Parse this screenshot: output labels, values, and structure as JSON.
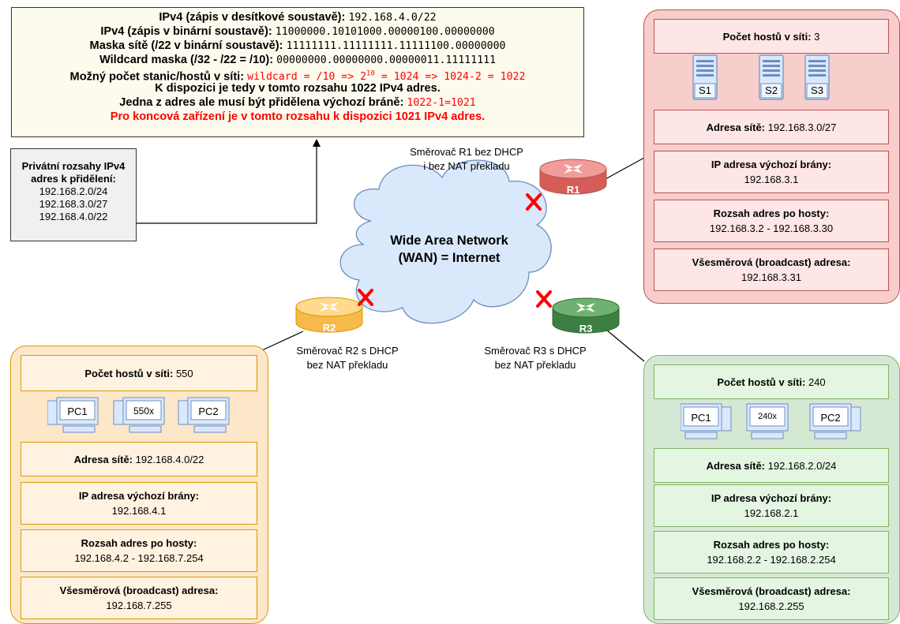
{
  "info": {
    "line1_label": "IPv4 (zápis v desítkové soustavě):",
    "line1_value": "192.168.4.0/22",
    "line2_label": "IPv4 (zápis v binární soustavě):",
    "line2_value": "11000000.10101000.00000100.00000000",
    "line3_label": "Maska sítě (/22 v binární soustavě):",
    "line3_value": "11111111.11111111.11111100.00000000",
    "line4_label": "Wildcard maska (/32 - /22 = /10):",
    "line4_value": "00000000.00000000.00000011.11111111",
    "line5_label": "Možný počet stanic/hostů v síti:",
    "line5_value_a": "wildcard = /10 => 2",
    "line5_sup": "10",
    "line5_value_b": " = 1024 => 1024-2 = 1022",
    "line6": "K dispozici je tedy v tomto rozsahu 1022 IPv4 adres.",
    "line7_label": "Jedna z adres ale musí být přidělena výchozí bráně:",
    "line7_value": "1022-1=1021",
    "line8": "Pro koncová zařízení je v tomto rozsahu k dispozici 1021 IPv4 adres."
  },
  "private_ranges": {
    "title_line1": "Privátní rozsahy IPv4",
    "title_line2": "adres k přidělení:",
    "ranges": [
      "192.168.2.0/24",
      "192.168.3.0/27",
      "192.168.4.0/22"
    ]
  },
  "wan": {
    "line1": "Wide Area Network",
    "line2": "(WAN) = Internet"
  },
  "routers": {
    "r1": {
      "name": "R1",
      "caption_line1": "Směrovač R1 bez DHCP",
      "caption_line2": "i bez NAT překladu",
      "color": "#ea6b66"
    },
    "r2": {
      "name": "R2",
      "caption_line1": "Směrovač R2 s DHCP",
      "caption_line2": "bez NAT překladu",
      "color": "#ffcc66"
    },
    "r3": {
      "name": "R3",
      "caption_line1": "Směrovač R3 s DHCP",
      "caption_line2": "bez NAT překladu",
      "color": "#4e9a52"
    }
  },
  "link_break_mark": "X",
  "labels": {
    "hosts": "Počet hostů v síti:",
    "network": "Adresa sítě:",
    "gateway": "IP adresa výchozí brány:",
    "range": "Rozsah adres po hosty:",
    "broadcast": "Všesměrová (broadcast) adresa:"
  },
  "net_r1": {
    "hosts": "3",
    "devices": [
      "S1",
      "S2",
      "S3"
    ],
    "network": "192.168.3.0/27",
    "gateway": "192.168.3.1",
    "range": "192.168.3.2 - 192.168.3.30",
    "broadcast": "192.168.3.31"
  },
  "net_r2": {
    "hosts": "550",
    "devices": [
      "PC1",
      "550x",
      "PC2"
    ],
    "network": "192.168.4.0/22",
    "gateway": "192.168.4.1",
    "range": "192.168.4.2 - 192.168.7.254",
    "broadcast": "192.168.7.255"
  },
  "net_r3": {
    "hosts": "240",
    "devices": [
      "PC1",
      "240x",
      "PC2"
    ],
    "network": "192.168.2.0/24",
    "gateway": "192.168.2.1",
    "range": "192.168.2.2 - 192.168.2.254",
    "broadcast": "192.168.2.255"
  },
  "colors": {
    "red_region": "#f8cecc",
    "orange_region": "#fde7c9",
    "green_region": "#d5e8d4",
    "cloud": "#dae8fc",
    "highlight": "#ff0000"
  }
}
